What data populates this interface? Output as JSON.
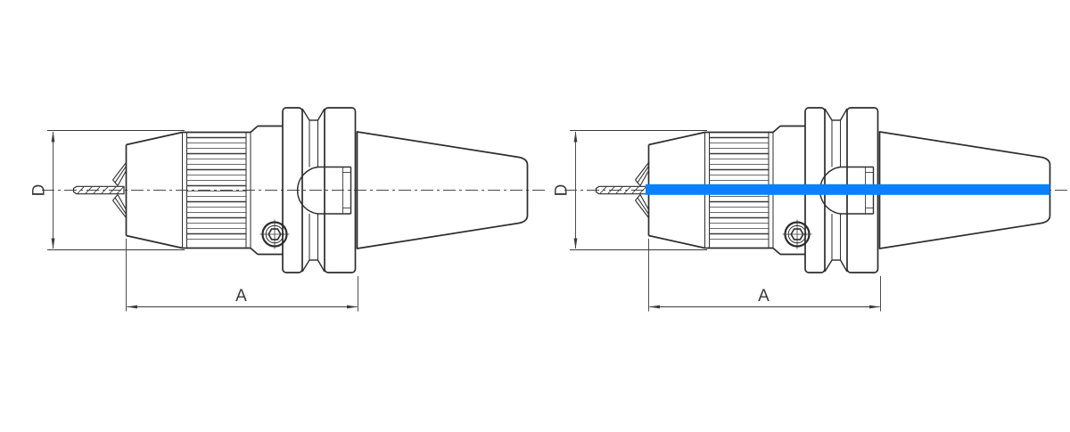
{
  "page": {
    "background": "#ffffff",
    "description": "Technical line drawing of a keyless drill chuck tool holder with taper shank, shown in two side views: standard version (left) and through-coolant version (right, with blue coolant channel line)."
  },
  "colors": {
    "line": "#2d2d2d",
    "detail_line": "#3a3a3a",
    "centerline": "#4a4a4a",
    "dimension": "#3a3a3a",
    "text": "#3a3a3a",
    "coolant": "#0a81fa"
  },
  "views": [
    {
      "name": "standard",
      "dim_d_label": "D",
      "dim_a_label": "A",
      "coolant_line": false
    },
    {
      "name": "through-coolant",
      "dim_d_label": "D",
      "dim_a_label": "A",
      "coolant_line": true
    }
  ],
  "coolant_line": {
    "color": "#0a81fa",
    "thickness_px": 12
  }
}
